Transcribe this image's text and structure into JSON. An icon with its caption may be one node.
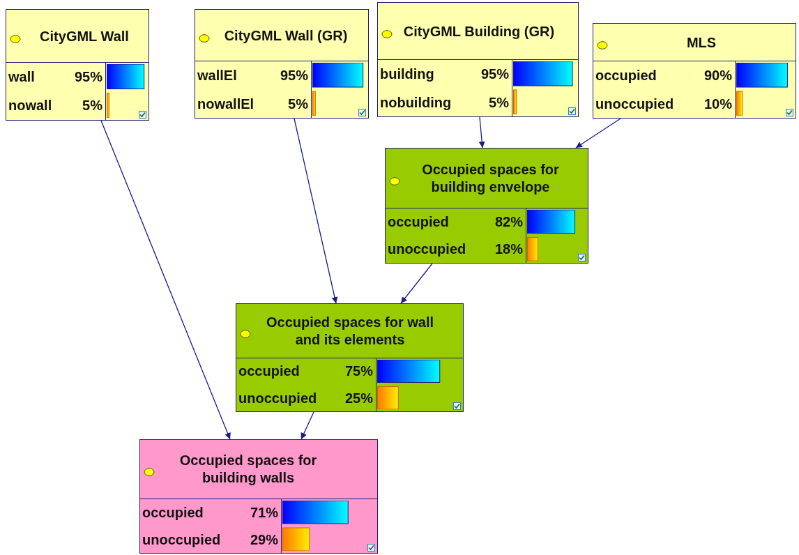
{
  "diagram": {
    "nodes": [
      {
        "text": [
          "CityGML Wall",
          "wall",
          "95%",
          "nowall",
          "5%"
        ]
      },
      {
        "text": [
          "CityGML Wall (GR)",
          "wallEl",
          "95%",
          "nowallEl",
          "5%"
        ]
      },
      {
        "text": [
          "CityGML Building (GR)",
          "building",
          "95%",
          "nobuilding",
          "5%"
        ]
      },
      {
        "text": [
          "MLS",
          "occupied",
          "90%",
          "unoccupied",
          "10%"
        ]
      },
      {
        "text": [
          "Occupied spaces for building envelope",
          "occupied",
          "82%",
          "unoccupied",
          "18%"
        ]
      },
      {
        "text": [
          "Occupied spaces for wall and its elements",
          "occupied",
          "75%",
          "unoccupied",
          "25%"
        ]
      },
      {
        "text": [
          "Occupied spaces for building walls",
          "occupied",
          "71%",
          "unoccupied",
          "29%"
        ]
      }
    ],
    "edges": [
      {
        "from": 0,
        "to": 6,
        "arrow": "to"
      },
      {
        "from": 1,
        "to": 5,
        "arrow": "to"
      },
      {
        "from": 2,
        "to": 4,
        "arrow": "to"
      },
      {
        "from": 3,
        "to": 4,
        "arrow": "to"
      },
      {
        "from": 4,
        "to": 5,
        "arrow": "to"
      },
      {
        "from": 5,
        "to": 6,
        "arrow": "to"
      }
    ]
  }
}
